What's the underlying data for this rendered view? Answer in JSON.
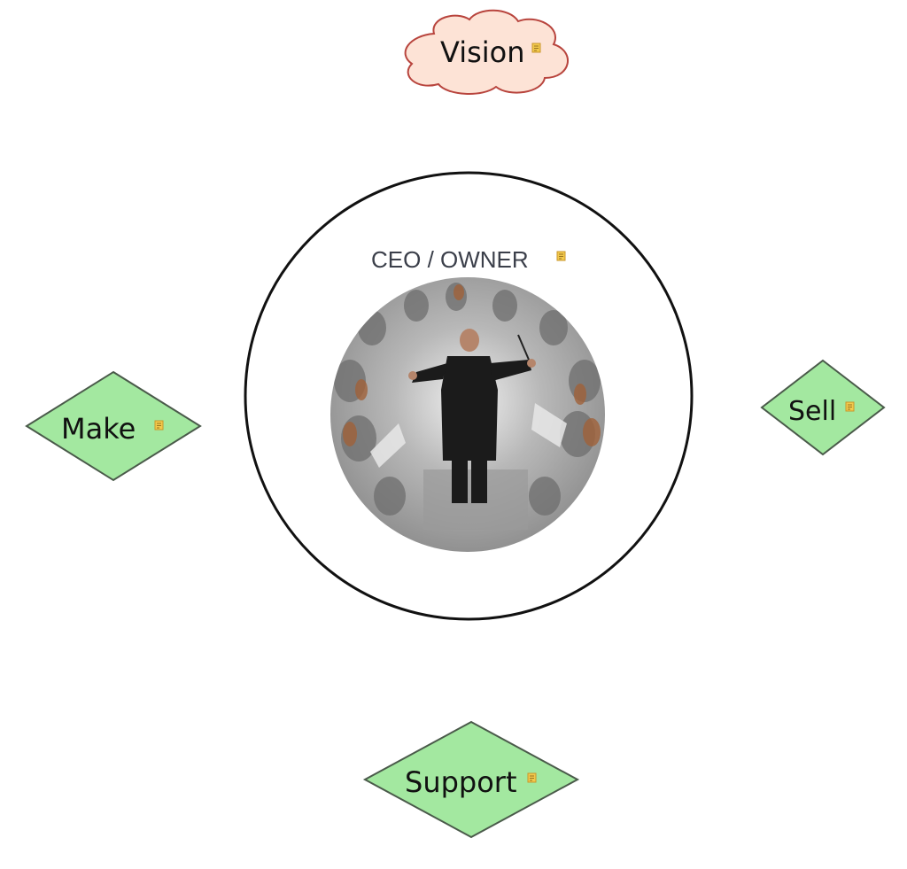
{
  "colors": {
    "node_fill": "#a3e8a0",
    "node_stroke": "#4a5a4a",
    "cloud_fill": "#fde3d6",
    "cloud_stroke": "#b8443d",
    "circle_stroke": "#111111",
    "note_icon": "#f2c94c"
  },
  "diagram": {
    "vision": {
      "label": "Vision",
      "shape": "cloud",
      "icon": "note-icon"
    },
    "center": {
      "label": "CEO / OWNER",
      "icon": "note-icon",
      "image": "orchestra-conductor-photo"
    },
    "nodes": [
      {
        "id": "make",
        "label": "Make",
        "shape": "diamond",
        "icon": "note-icon"
      },
      {
        "id": "sell",
        "label": "Sell",
        "shape": "diamond",
        "icon": "note-icon"
      },
      {
        "id": "support",
        "label": "Support",
        "shape": "diamond",
        "icon": "note-icon"
      }
    ]
  }
}
